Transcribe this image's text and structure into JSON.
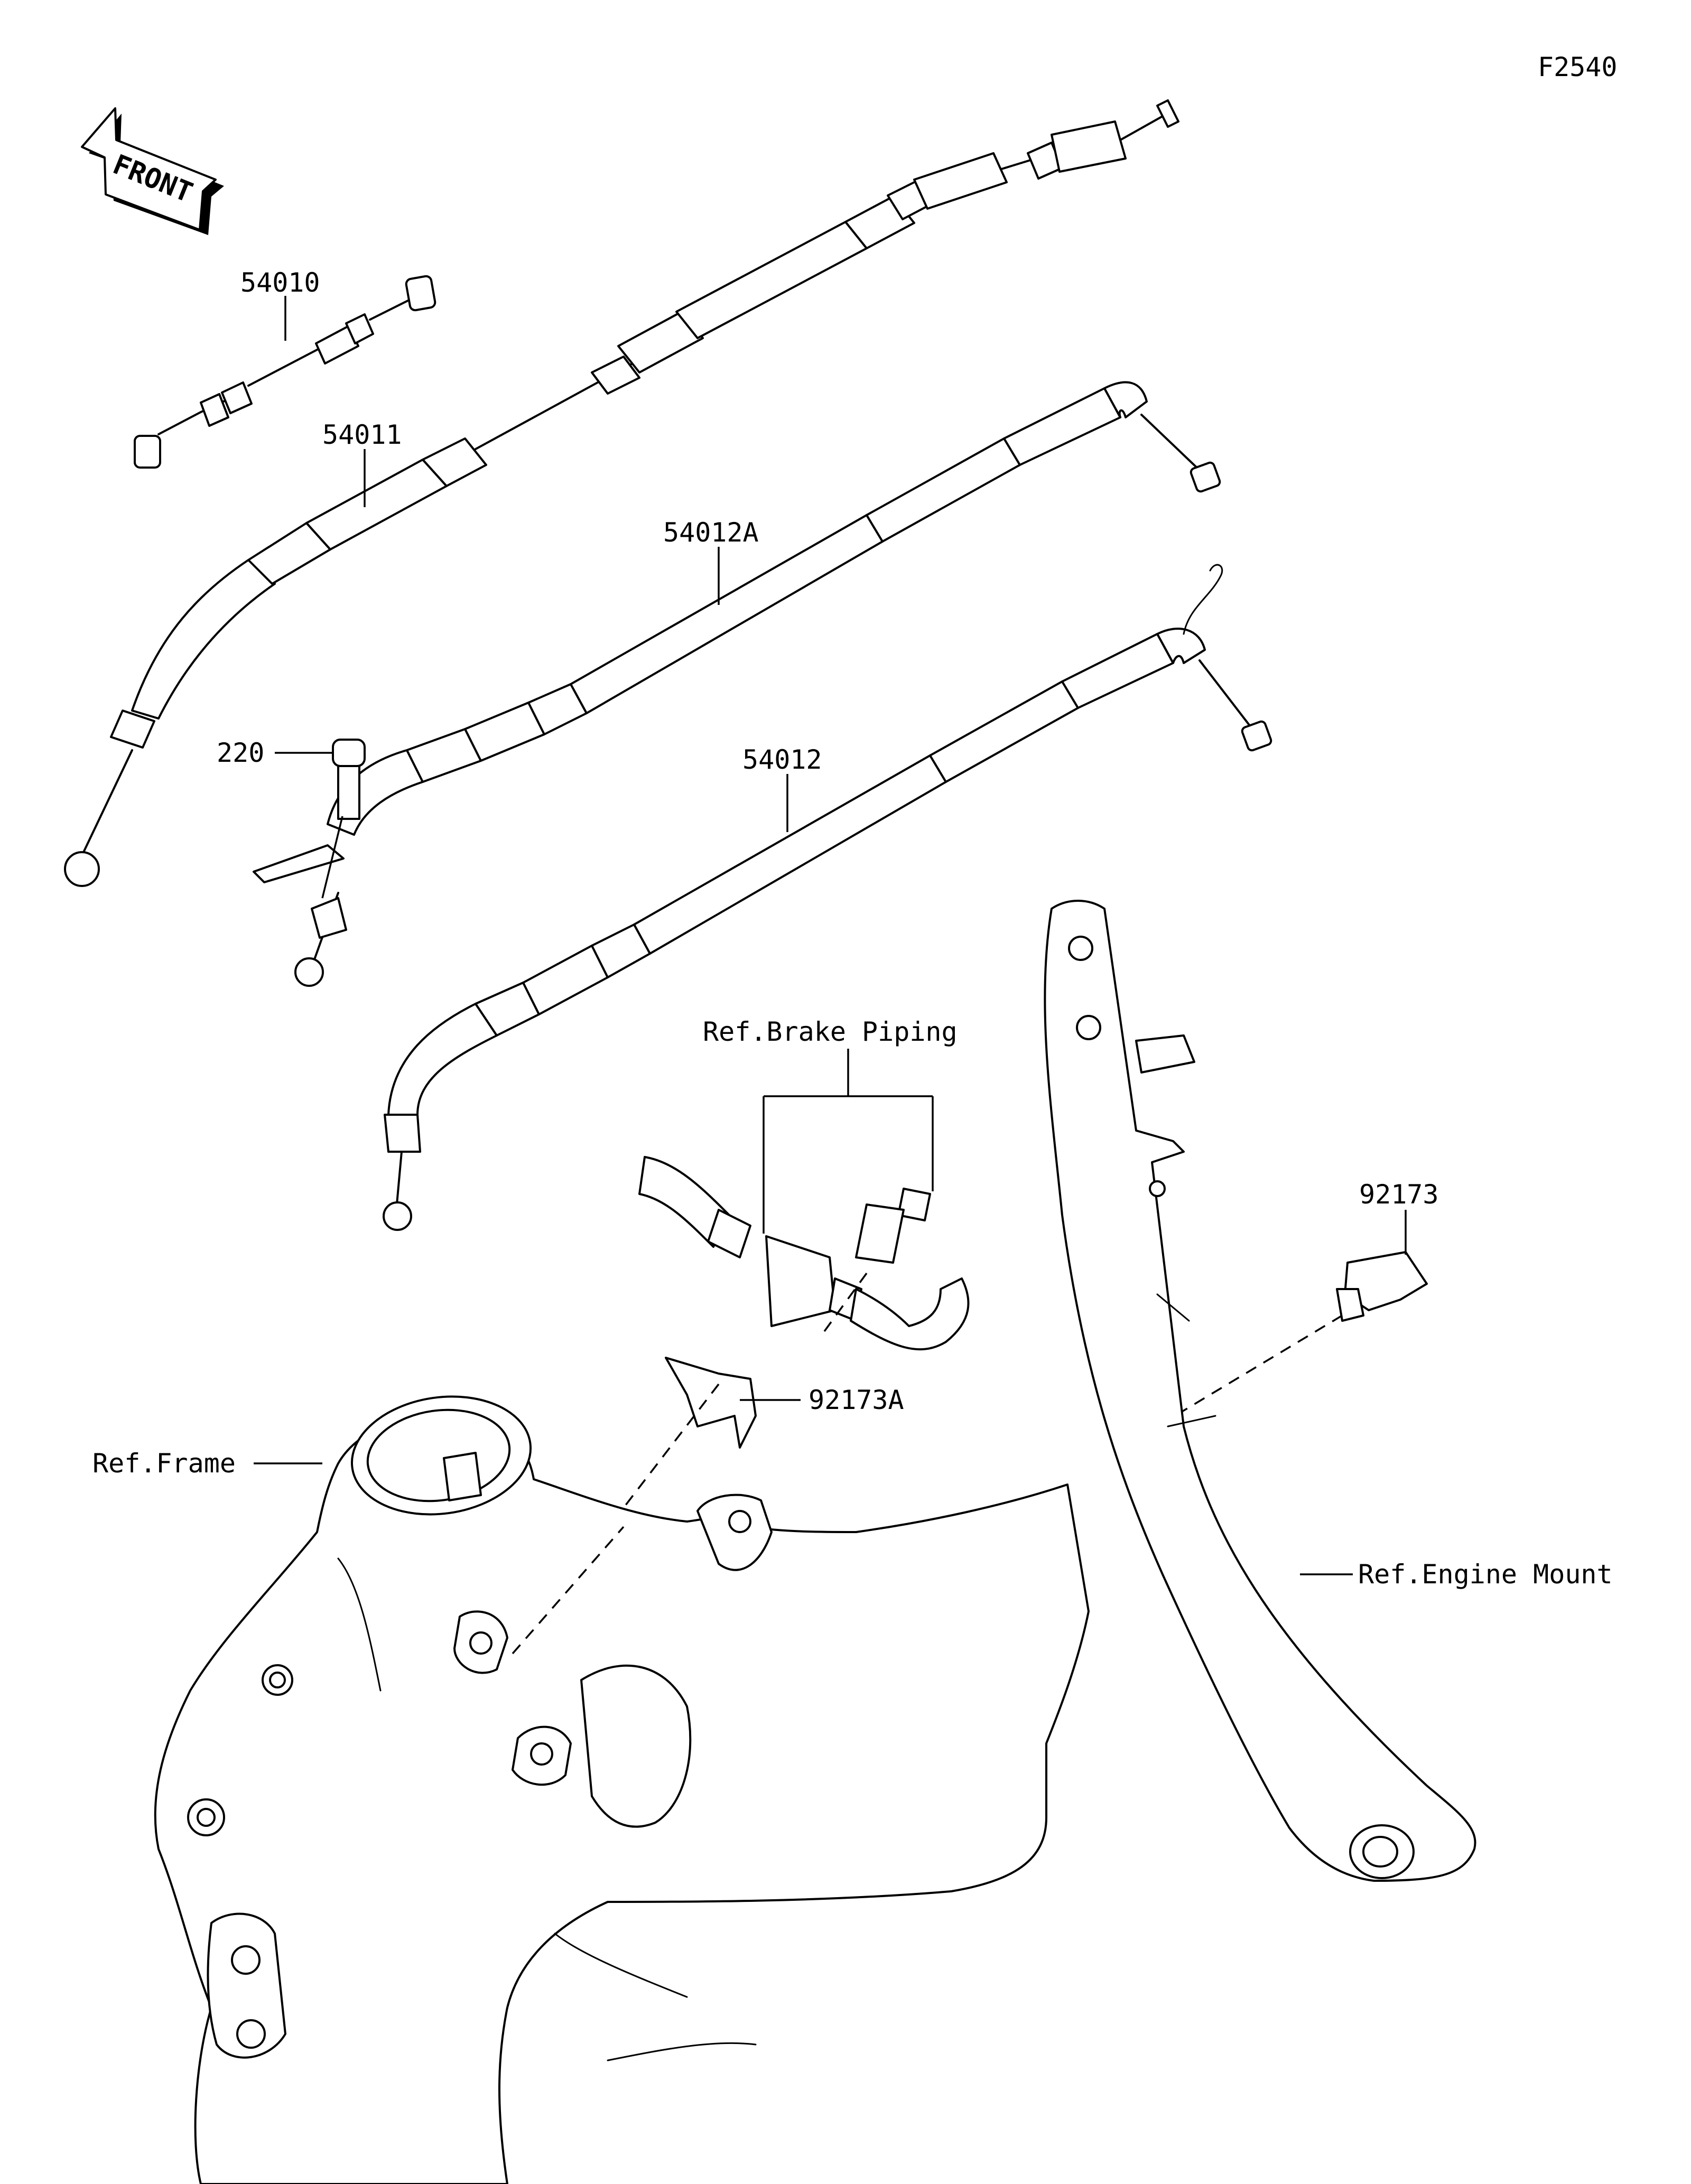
{
  "figure_code": "F2540",
  "front_label": "FRONT",
  "callouts": {
    "c54010": "54010",
    "c54011": "54011",
    "c54012A": "54012A",
    "c54012": "54012",
    "c220": "220",
    "c92173": "92173",
    "c92173A": "92173A"
  },
  "references": {
    "brake_piping": "Ref.Brake Piping",
    "frame": "Ref.Frame",
    "engine_mount": "Ref.Engine Mount"
  },
  "colors": {
    "line": "#000000",
    "background": "#ffffff"
  }
}
